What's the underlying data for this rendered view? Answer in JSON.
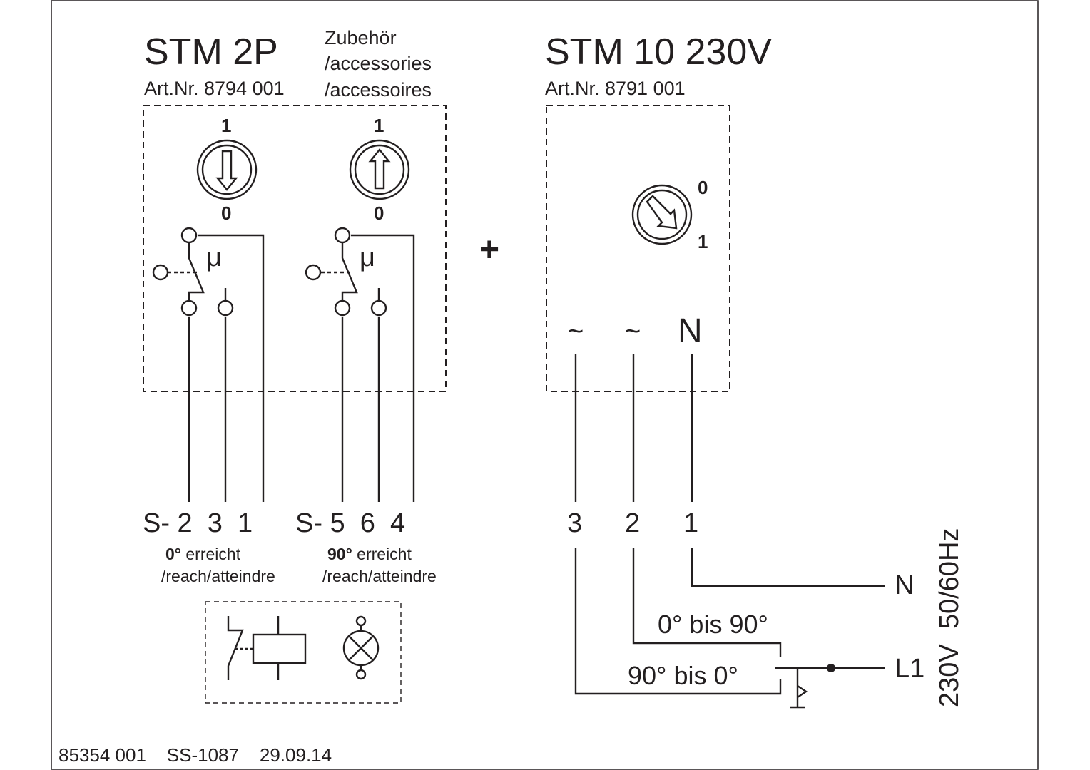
{
  "stm2p": {
    "title": "STM 2P",
    "art_nr": "Art.Nr. 8794 001",
    "accessories": [
      "Zubehör",
      "/accessories",
      "/accessoires"
    ],
    "switch_left": {
      "top": "1",
      "bottom": "0"
    },
    "switch_right": {
      "top": "1",
      "bottom": "0"
    },
    "mu": "μ",
    "terminals_left": "S- 2  3  1",
    "terminals_right": "S- 5  6  4",
    "note_left": {
      "bold": "0°",
      "text": " erreicht",
      "line2": "/reach/atteindre"
    },
    "note_right": {
      "bold": "90°",
      "text": " erreicht",
      "line2": "/reach/atteindre"
    }
  },
  "plus": "+",
  "stm10": {
    "title": "STM 10 230V",
    "art_nr": "Art.Nr. 8791 001",
    "switch": {
      "top": "0",
      "bottom": "1"
    },
    "input_symbols": [
      "~",
      "~",
      "N"
    ],
    "terminals": [
      "3",
      "2",
      "1"
    ]
  },
  "wiring": {
    "range_a": "0° bis 90°",
    "range_b": "90° bis 0°",
    "neutral": "N",
    "line": "L1",
    "supply": "230V  50/60Hz"
  },
  "footer": "85354 001    SS-1087    29.09.14"
}
